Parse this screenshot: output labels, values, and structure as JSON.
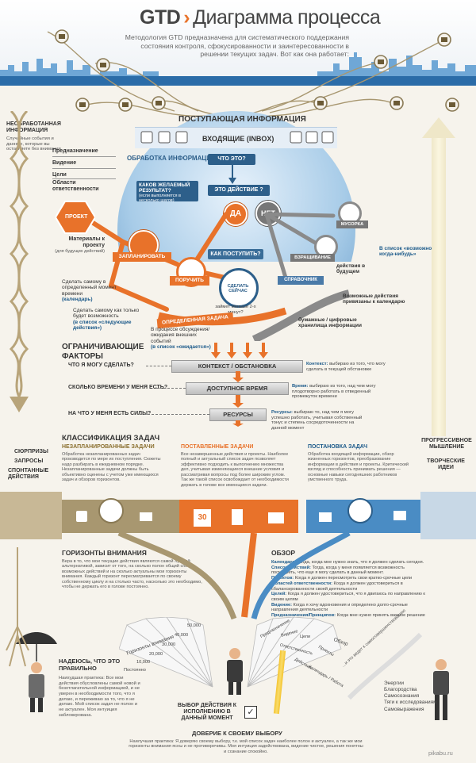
{
  "header": {
    "title": "GTD",
    "arrow": "›",
    "title_rest": "Диаграмма процесса",
    "subtitle": "Методология GTD предназначена для систематического поддержания состояния контроля, сфокусированности и заинтересованности в решении текущих задач. Вот как она работает:"
  },
  "left_column": {
    "unprocessed_title": "НЕОБРАБОТАННАЯ ИНФОРМАЦИЯ",
    "unprocessed_desc": "Случайные события и данные, которые вы оставляете без внимания",
    "levels": [
      "Предназначение",
      "Видение",
      "Цели",
      "Области ответственности"
    ],
    "surprises": "СЮРПРИЗЫ",
    "requests": "ЗАПРОСЫ",
    "spontaneous": "СПОНТАННЫЕ ДЕЙСТВИЯ"
  },
  "right_column": {
    "progressive": "ПРОГРЕССИВНОЕ МЫШЛЕНИЕ",
    "creative": "ТВОРЧЕСКИЕ ИДЕИ",
    "list": [
      "Энергии",
      "Благородства",
      "Самосознания",
      "Тяги к исследованиям",
      "Самовыражения"
    ]
  },
  "incoming": {
    "title": "ПОСТУПАЮЩАЯ ИНФОРМАЦИЯ",
    "inbox": "ВХОДЯЩИЕ (INBOX)",
    "processing": "ОБРАБОТКА ИНФОРМАЦИИ",
    "what_is_it": "ЧТО ЭТО?",
    "is_action": "ЭТО ДЕЙСТВИЕ ?",
    "yes": "ДА",
    "no": "НЕТ",
    "desired_result": "КАКОВ ЖЕЛАЕМЫЙ РЕЗУЛЬТАТ?",
    "desired_result_note": "(если выполняется в несколько шагов)",
    "how_to_act": "КАК ПОСТУПИТЬ?",
    "project": "ПРОЕКТ",
    "materials": "Материалы к проекту",
    "materials_note": "(для будущих действий)",
    "schedule": "ЗАПЛАНИРОВАТЬ",
    "delegate": "ПОРУЧИТЬ",
    "do_now": "СДЕЛАТЬ СЕЙЧАС",
    "takes_less": "займет меньше 2-х минут?",
    "do_self_time": "Сделать самому в определенный момент времени",
    "calendar": "(календарь)",
    "do_self_possible": "Сделать самому как только будет возможность",
    "next_actions": "(в список «следующие действия»)",
    "defined_task": "ОПРЕДЕЛЕННАЯ ЗАДАЧА",
    "waiting": "В процессе обсуждения/ ожидания внешних событий",
    "waiting_list": "(в список «ожидается»)",
    "trash": "МУСОРКА",
    "incubate": "ВЗРАЩИВАНИЕ",
    "someday": "В список «возможно, когда-нибудь»",
    "future_actions": "действия в будущем",
    "reference": "СПРАВОЧНИК",
    "calendar_tied": "Возможные действия привязаны к календарю",
    "storage": "бумажные / цифровые хранилища информации"
  },
  "limits": {
    "title": "ОГРАНИЧИВАЮЩИЕ ФАКТОРЫ",
    "q1": "ЧТО Я МОГУ СДЕЛАТЬ?",
    "q2": "СКОЛЬКО ВРЕМЕНИ У МЕНЯ ЕСТЬ?",
    "q3": "НА ЧТО У МЕНЯ ЕСТЬ СИЛЫ?",
    "bar1": "КОНТЕКСТ / ОБСТАНОВКА",
    "bar2": "ДОСТУПНОЕ ВРЕМЯ",
    "bar3": "РЕСУРСЫ",
    "d1_title": "Контекст:",
    "d1": "выбираю из того, что могу сделать в текущей обстановке",
    "d2_title": "Время:",
    "d2": "выбираю из того, над чем могу плодотворно работать в отведенный промежуток времени",
    "d3_title": "Ресурсы:",
    "d3": "выбираю то, над чем я могу успешно работать, учитывая собственный тонус и степень сосредоточенности на данной момент"
  },
  "classification": {
    "title": "КЛАССИФИКАЦИЯ ЗАДАЧ",
    "col1_title": "НЕЗАПЛАНИРОВАННЫЕ ЗАДАЧИ",
    "col1": "Обработка незапланированных задач производится по мере их поступления. Сюжеты надо разбирать в ежедневном порядке. Незапланированные задачи должны быть объективно оценены с учетом уже имеющихся задач и обзоров горизонтов.",
    "col2_title": "ПОСТАВЛЕННЫЕ ЗАДАЧИ",
    "col2": "Все незавершенные действия и проекты. Наиболее полный и актуальный список задач позволяет эффективно подходить к выполнению множества дел, учитывая изменяющиеся внешние условия и рассматривая вопросы под более широким углом. Так же такой список освобождает от необходимости держать в голове все имеющиеся задачи.",
    "col3_title": "ПОСТАНОВКА ЗАДАЧ",
    "col3": "Обработка входящей информации, обзор жизненных горизонтов, преобразование информации в действия и проекты. Критический взгляд и способность принимать решения — основные навыки сегодняшних работников умственного труда.",
    "calendar_day": "30"
  },
  "horizons": {
    "title": "ГОРИЗОНТЫ ВНИМАНИЯ",
    "text": "Вера в то, что мои текущие действия являются самой лучшей альтернативой, зависит от того, на сколько полон общий список возможных действий и на сколько актуальны мои горизонты внимания. Каждый горизонт пересматривается по своему собственному циклу и на столько часто, насколько это необходимо, чтобы не держать его в голове постоянно.",
    "fan_label": "Горизонты внимания",
    "fan_levels": [
      "50,000",
      "40,000",
      "30,000",
      "20,000",
      "10,000",
      "Постоянно"
    ]
  },
  "review": {
    "title": "ОБЗОР",
    "items": [
      {
        "k": "Календарь:",
        "v": "Тогда, когда мне нужно знать, что я должен сделать сегодня."
      },
      {
        "k": "Список действий:",
        "v": "Тогда, когда у меня появляется возможность посмотреть, что еще я могу сделать в данный момент."
      },
      {
        "k": "Проектов:",
        "v": "Когда я должен пересмотреть свои кратко-срочные цели"
      },
      {
        "k": "Областей ответственности:",
        "v": "Когда я должен удостовериться в сбалансированности своей деятельности"
      },
      {
        "k": "Целей:",
        "v": "Когда я должен удостовериться, что я двигаюсь по направлению к своим целям"
      },
      {
        "k": "Видение:",
        "v": "Когда я хочу вдохновения и определено долго-срочные направления деятельности"
      },
      {
        "k": "Предназначения/Принципов:",
        "v": "Когда мне нужно принять важное решение"
      }
    ],
    "fan_label": "Обзор",
    "fan_levels": [
      "Предназначение",
      "Видение",
      "Цели",
      "Ответственность",
      "Проекты",
      "Действия",
      "Календарь / Работа"
    ]
  },
  "bottom": {
    "hope_title": "НАДЕЮСЬ, ЧТО ЭТО ПРАВИЛЬНО",
    "hope_text": "Наихудшая практика: Все мои действия обусловлены самой новой и безотлагательной информацией, и не уверен в необходимости того, что я делаю, и переживаю за то, что я не делаю. Мой список задач не полон и не актуален. Моя интуиция заблокирована.",
    "choice": "ВЫБОР ДЕЙСТВИЯ К ИСПОЛНЕНИЮ В ДАННЫЙ МОМЕНТ",
    "trust_title": "ДОВЕРИЕ К СВОЕМУ ВЫБОРУ",
    "trust_text": "Наилучшая практика: Я доверяю своему выбору, т.к. мой список задач наиболее полон и актуален, а так же мои горизонты внимания ясны и не противоречивы. Моя интуиция задействована, видение чистое, решения понятны и сознание спокойно.",
    "spiral_note": "...и это ведет к самосовершенствованию",
    "watermark": "pikabu.ru"
  },
  "colors": {
    "blue": "#2d5f8a",
    "orange": "#e8722a",
    "tan": "#a89770",
    "gray": "#8a8a8a",
    "light_blue": "#4a8cc4"
  }
}
